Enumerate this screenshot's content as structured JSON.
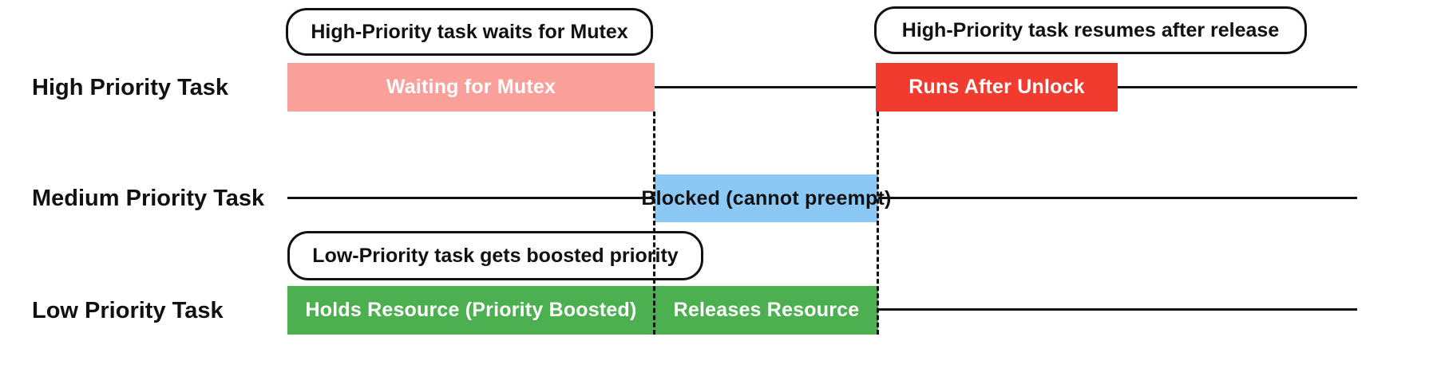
{
  "diagram": {
    "callouts": [
      {
        "text": "High-Priority task waits for Mutex"
      },
      {
        "text": "High-Priority task resumes after release"
      },
      {
        "text": "Low-Priority task gets boosted priority"
      }
    ],
    "rows": [
      {
        "label": "High Priority Task",
        "segments": [
          {
            "text": "Waiting for Mutex"
          },
          {
            "text": "Runs After Unlock"
          }
        ]
      },
      {
        "label": "Medium Priority Task",
        "segments": [
          {
            "text": "Blocked (cannot preempt)"
          }
        ]
      },
      {
        "label": "Low Priority Task",
        "segments": [
          {
            "text": "Holds Resource (Priority Boosted)"
          },
          {
            "text": "Releases Resource"
          }
        ]
      }
    ],
    "colors": {
      "waiting_bar": "#F9A09A",
      "runs_bar": "#F03B2E",
      "blocked_bar": "#8CC8F4",
      "resource_bar": "#4CAF50",
      "line": "#111111",
      "callout_border": "#111111",
      "callout_bg": "#FFFFFF"
    }
  }
}
